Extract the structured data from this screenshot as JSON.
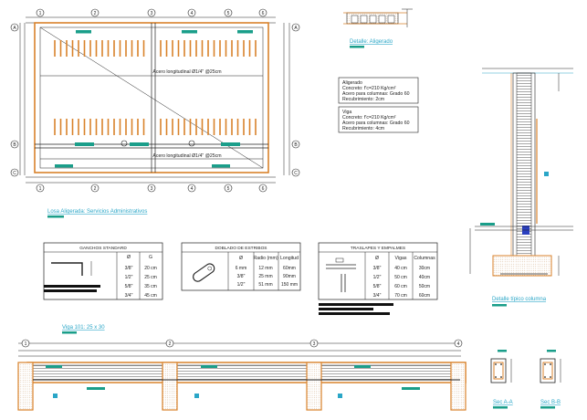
{
  "labels": {
    "slab_title": "Losa Aligerada: Servicios Administrativos",
    "aligerado_detail": "Detalle: Aligerado",
    "column_detail": "Detalle típico columna",
    "beam_title": "Viga 101: 25 x 30",
    "sec_aa": "Sec A-A",
    "sec_bb": "Sec B-B",
    "rebar_top": "Acero longitudinal Ø1/4\" @25cm",
    "rebar_bottom": "Acero longitudinal Ø1/4\" @25cm"
  },
  "grid": {
    "columns": [
      "1",
      "2",
      "3",
      "4",
      "5",
      "6"
    ],
    "rows": [
      "A",
      "B",
      "C"
    ]
  },
  "notes": {
    "aligerado": [
      "Aligerado",
      "Concreto: f'c=210 Kg/cm²",
      "Acero para columnas: Grado 60",
      "Recubrimiento: 2cm"
    ],
    "viga": [
      "Viga",
      "Concreto: f'c=210 Kg/cm²",
      "Acero para columnas: Grado 60",
      "Recubrimiento: 4cm"
    ]
  },
  "tables": {
    "ganchos": {
      "title": "GANCHOS STANDARD",
      "headers": [
        "Ø",
        "G"
      ],
      "rows": [
        [
          "3/8\"",
          "20 cm"
        ],
        [
          "1/2\"",
          "25 cm"
        ],
        [
          "5/8\"",
          "35 cm"
        ],
        [
          "3/4\"",
          "45 cm"
        ]
      ]
    },
    "doblado": {
      "title": "DOBLADO DE ESTRIBOS",
      "headers": [
        "Ø",
        "Radio (mm)",
        "Longitud"
      ],
      "rows": [
        [
          "6 mm",
          "12 mm",
          "60mm"
        ],
        [
          "3/8\"",
          "25 mm",
          "90mm"
        ],
        [
          "1/2\"",
          "51 mm",
          "150 mm"
        ]
      ]
    },
    "traslapes": {
      "title": "TRASLAPES Y EMPALMES",
      "headers": [
        "Ø",
        "Vigas",
        "Columnas"
      ],
      "rows": [
        [
          "3/8\"",
          "40 cm",
          "30cm"
        ],
        [
          "1/2\"",
          "50 cm",
          "40cm"
        ],
        [
          "5/8\"",
          "60 cm",
          "50cm"
        ],
        [
          "3/4\"",
          "70 cm",
          "60cm"
        ]
      ]
    }
  },
  "colors": {
    "rebar": "#d9822b",
    "line": "#222222",
    "accent": "#2aa6c7",
    "tag": "#1a9e8a"
  }
}
